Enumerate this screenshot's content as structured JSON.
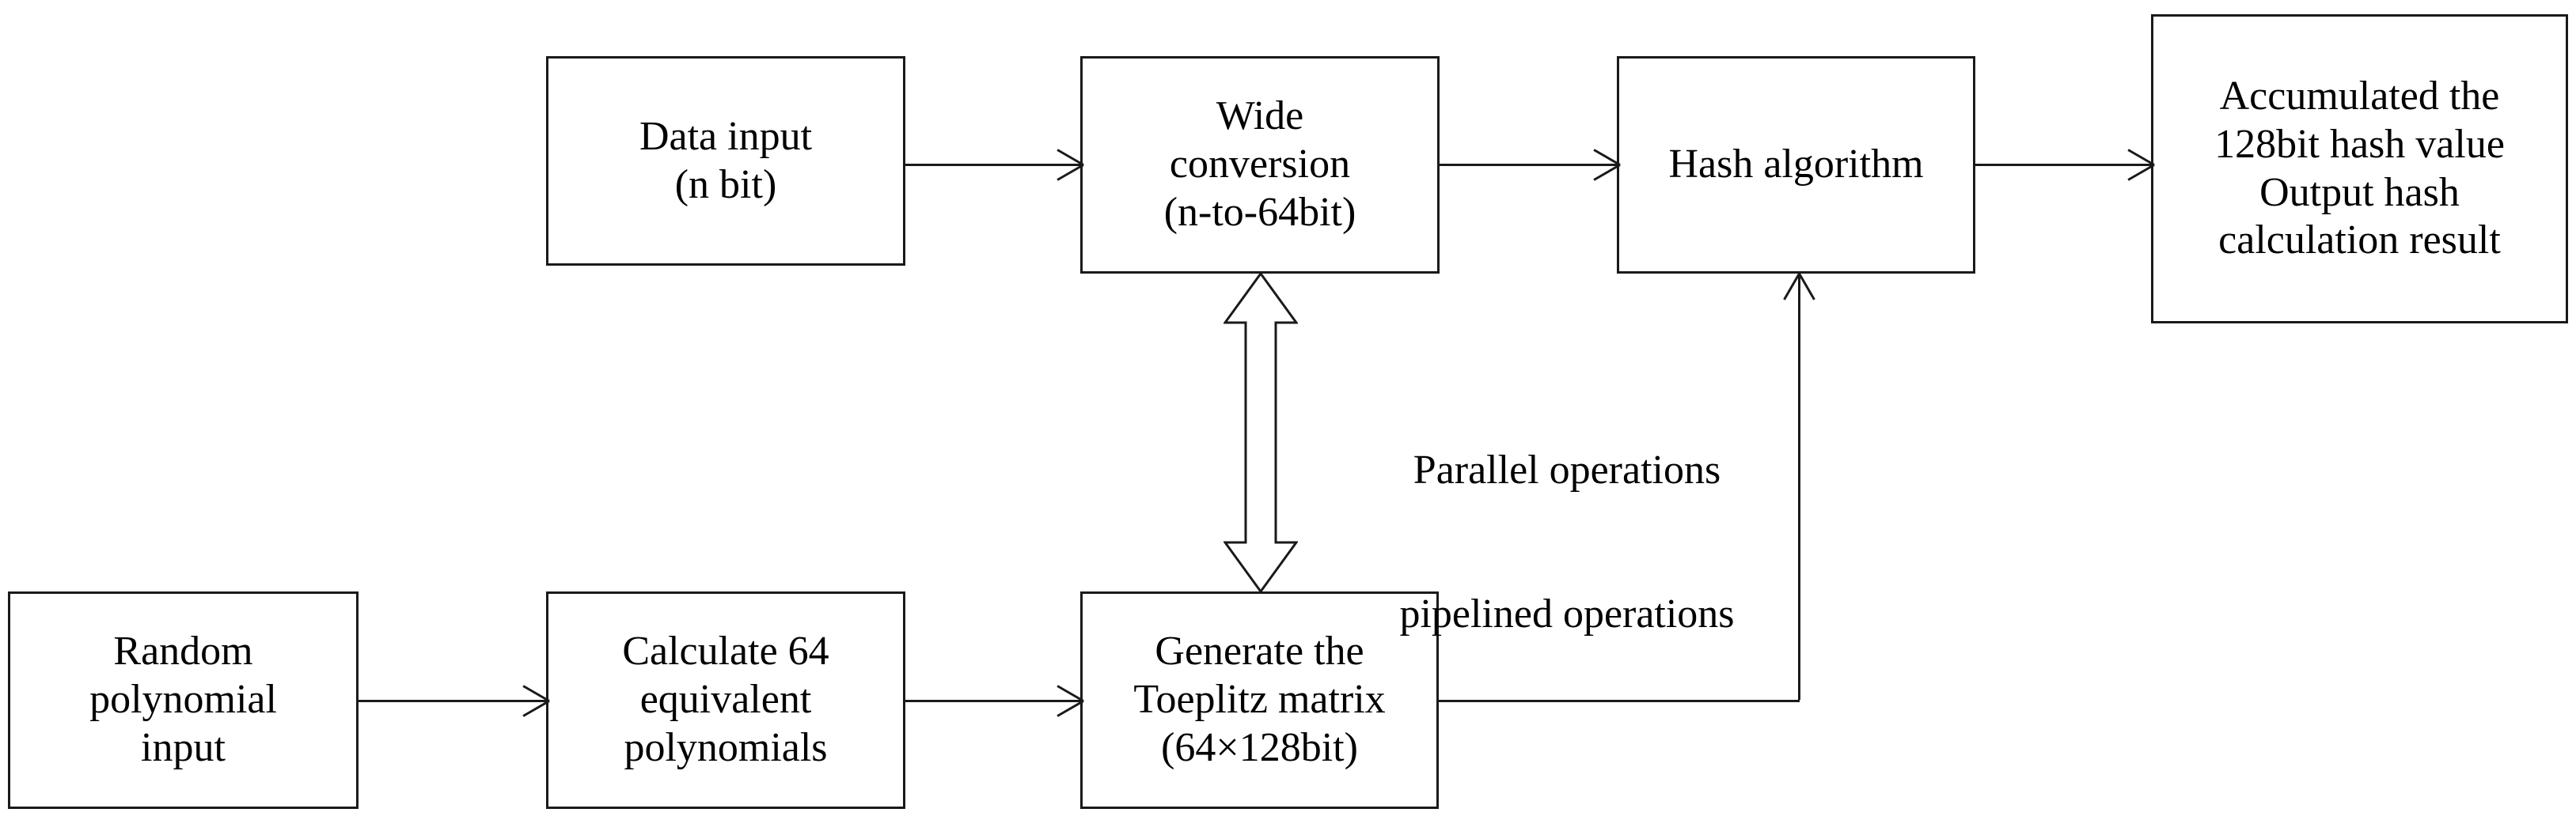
{
  "diagram": {
    "title": "Hash calculation architecture block diagram",
    "stroke_color": "#1a1a1a",
    "background_color": "#ffffff",
    "nodes": [
      {
        "id": "data-input",
        "lines": [
          "Data input",
          "(n bit)"
        ]
      },
      {
        "id": "wide-conversion",
        "lines": [
          "Wide",
          "conversion",
          "(n-to-64bit)"
        ]
      },
      {
        "id": "hash-algorithm",
        "lines": [
          "Hash algorithm"
        ]
      },
      {
        "id": "accumulated-output",
        "lines": [
          "Accumulated the",
          "128bit hash value",
          "Output hash",
          "calculation result"
        ]
      },
      {
        "id": "random-polynomial-input",
        "lines": [
          "Random",
          "polynomial",
          "input"
        ]
      },
      {
        "id": "calculate-64-equivalent",
        "lines": [
          "Calculate 64",
          "equivalent",
          "polynomials"
        ]
      },
      {
        "id": "generate-toeplitz-matrix",
        "lines": [
          "Generate the",
          "Toeplitz matrix",
          "(64×128bit)"
        ]
      }
    ],
    "annotations": [
      {
        "id": "parallel-pipelined",
        "lines": [
          "Parallel operations",
          "pipelined operations"
        ]
      }
    ],
    "edges": [
      {
        "id": "data-input-to-wide-conversion",
        "from": "data-input",
        "to": "wide-conversion",
        "style": "solid-arrow"
      },
      {
        "id": "wide-conversion-to-hash",
        "from": "wide-conversion",
        "to": "hash-algorithm",
        "style": "solid-arrow"
      },
      {
        "id": "hash-to-accumulated",
        "from": "hash-algorithm",
        "to": "accumulated-output",
        "style": "solid-arrow"
      },
      {
        "id": "random-poly-to-calculate64",
        "from": "random-polynomial-input",
        "to": "calculate-64-equivalent",
        "style": "solid-arrow"
      },
      {
        "id": "calculate64-to-toeplitz",
        "from": "calculate-64-equivalent",
        "to": "generate-toeplitz-matrix",
        "style": "solid-arrow"
      },
      {
        "id": "toeplitz-to-hash",
        "from": "generate-toeplitz-matrix",
        "to": "hash-algorithm",
        "style": "solid-arrow-elbow"
      },
      {
        "id": "wide-conversion-toeplitz-bidir",
        "from": "wide-conversion",
        "to": "generate-toeplitz-matrix",
        "style": "hollow-double-arrow"
      }
    ]
  }
}
